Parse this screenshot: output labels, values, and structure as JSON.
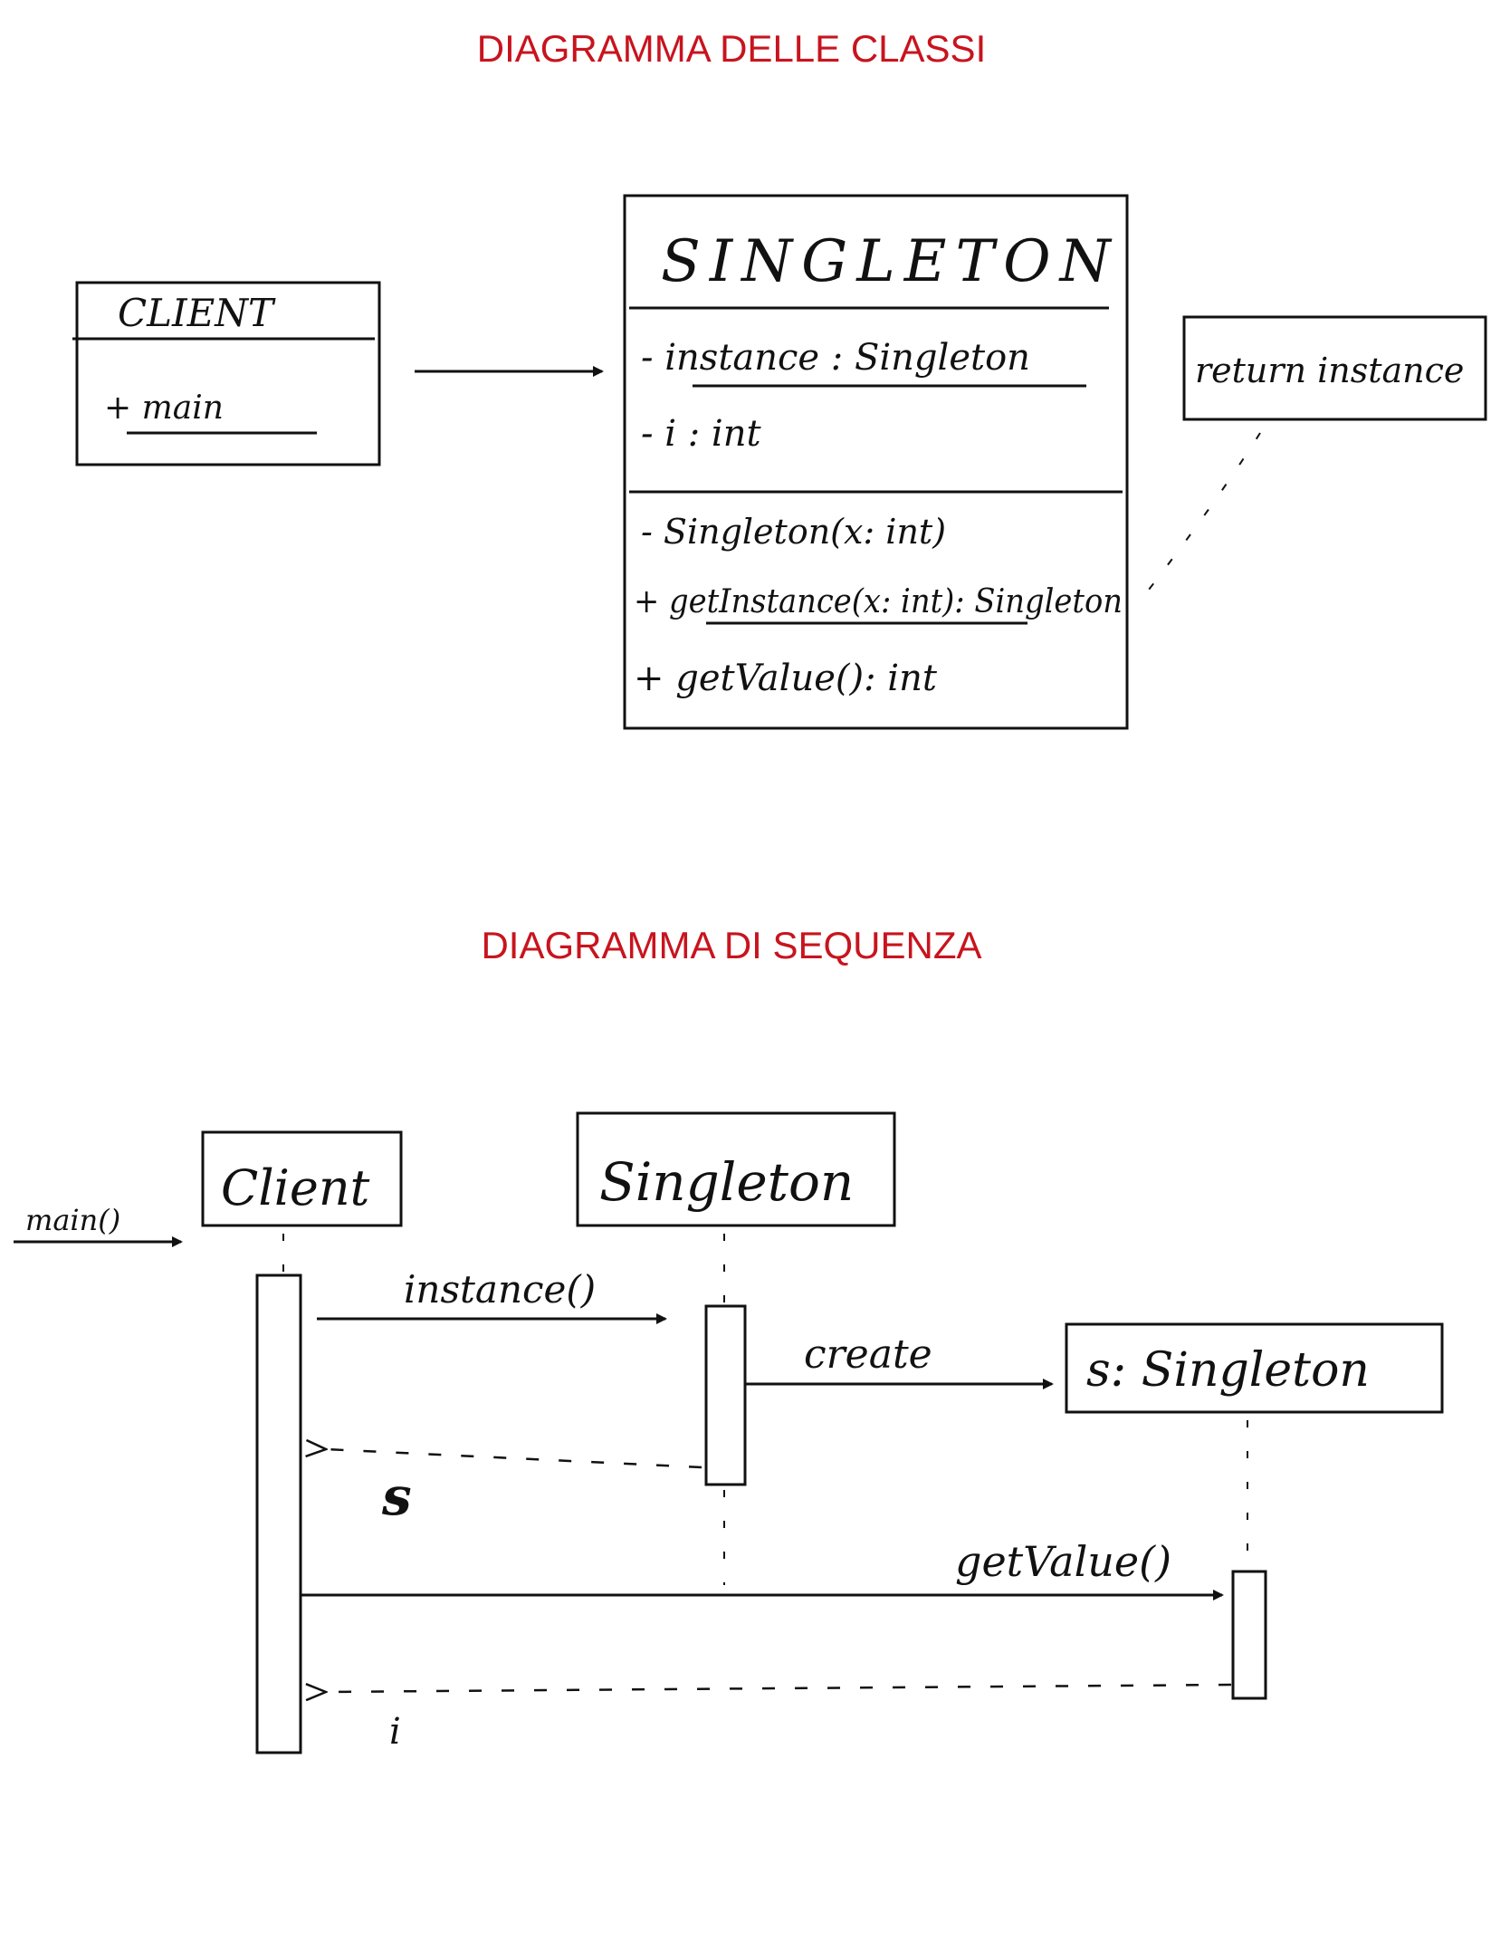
{
  "class_diagram": {
    "title": "DIAGRAMMA DELLE CLASSI",
    "client": {
      "name": "CLIENT",
      "methods": [
        "+ main"
      ]
    },
    "singleton": {
      "name": "SINGLETON",
      "attributes": [
        "- instance : Singleton",
        "- i : int"
      ],
      "methods": [
        "- Singleton(x: int)",
        "+ getInstance(x: int): Singleton",
        "+ getValue(): int"
      ]
    },
    "note": "return instance"
  },
  "sequence_diagram": {
    "title": "DIAGRAMMA DI SEQUENZA",
    "participants": {
      "client": "Client",
      "singleton": "Singleton",
      "instance": "s: Singleton"
    },
    "messages": {
      "main": "main()",
      "instance": "instance()",
      "create": "create",
      "return_s": "s",
      "get_value": "getValue()",
      "return_i": "i"
    }
  }
}
